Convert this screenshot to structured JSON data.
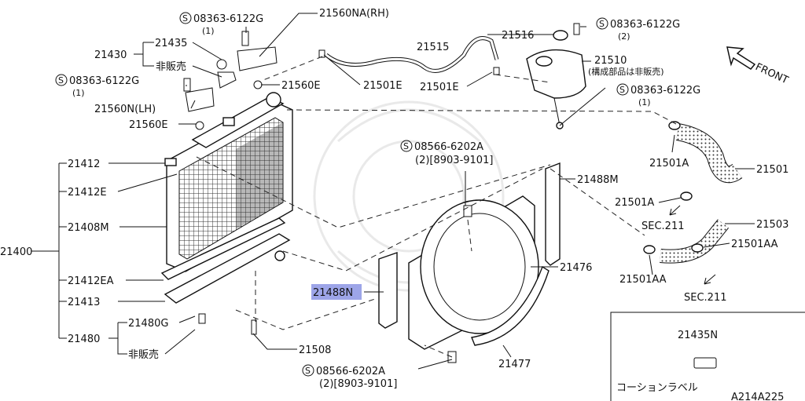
{
  "labels": {
    "l21560NA": "21560NA(RH)",
    "l08363_a": "08363-6122G",
    "l08363_a_q": "(1)",
    "l21435": "21435",
    "l21430": "21430",
    "l_hihan1": "非販売",
    "l08363_b": "08363-6122G",
    "l08363_b_q": "(1)",
    "l21560N": "21560N(LH)",
    "l21560E_a": "21560E",
    "l21560E_b": "21560E",
    "l21501E_a": "21501E",
    "l21501E_b": "21501E",
    "l21515": "21515",
    "l21516": "21516",
    "l08363_c": "08363-6122G",
    "l08363_c_q": "(2)",
    "l21510": "21510",
    "l21510_note": "(構成部品は非販売)",
    "l08363_d": "08363-6122G",
    "l08363_d_q": "(1)",
    "l_front": "FRONT",
    "l21412": "21412",
    "l21412E": "21412E",
    "l21408M": "21408M",
    "l21400": "21400",
    "l21412EA": "21412EA",
    "l21413": "21413",
    "l21480G": "21480G",
    "l21480": "21480",
    "l_hihan2": "非販売",
    "l08566_a": "08566-6202A",
    "l08566_a_q": "(2)[8903-9101]",
    "l21488M": "21488M",
    "l21501A_a": "21501A",
    "l21501": "21501",
    "l21501A_b": "21501A",
    "l21503": "21503",
    "l_sec211_a": "SEC.211",
    "l21501AA_a": "21501AA",
    "l21501AA_b": "21501AA",
    "l_sec211_b": "SEC.211",
    "l21476": "21476",
    "l21488N": "21488N",
    "l21508": "21508",
    "l21477": "21477",
    "l08566_b": "08566-6202A",
    "l08566_b_q": "(2)[8903-9101]",
    "l21435N": "21435N",
    "l_coolant": "コーションラベル",
    "l_code": "A214A225"
  },
  "selected_part": "21488N",
  "colors": {
    "selected_bg": "#9da5e8",
    "ink": "#111111"
  }
}
